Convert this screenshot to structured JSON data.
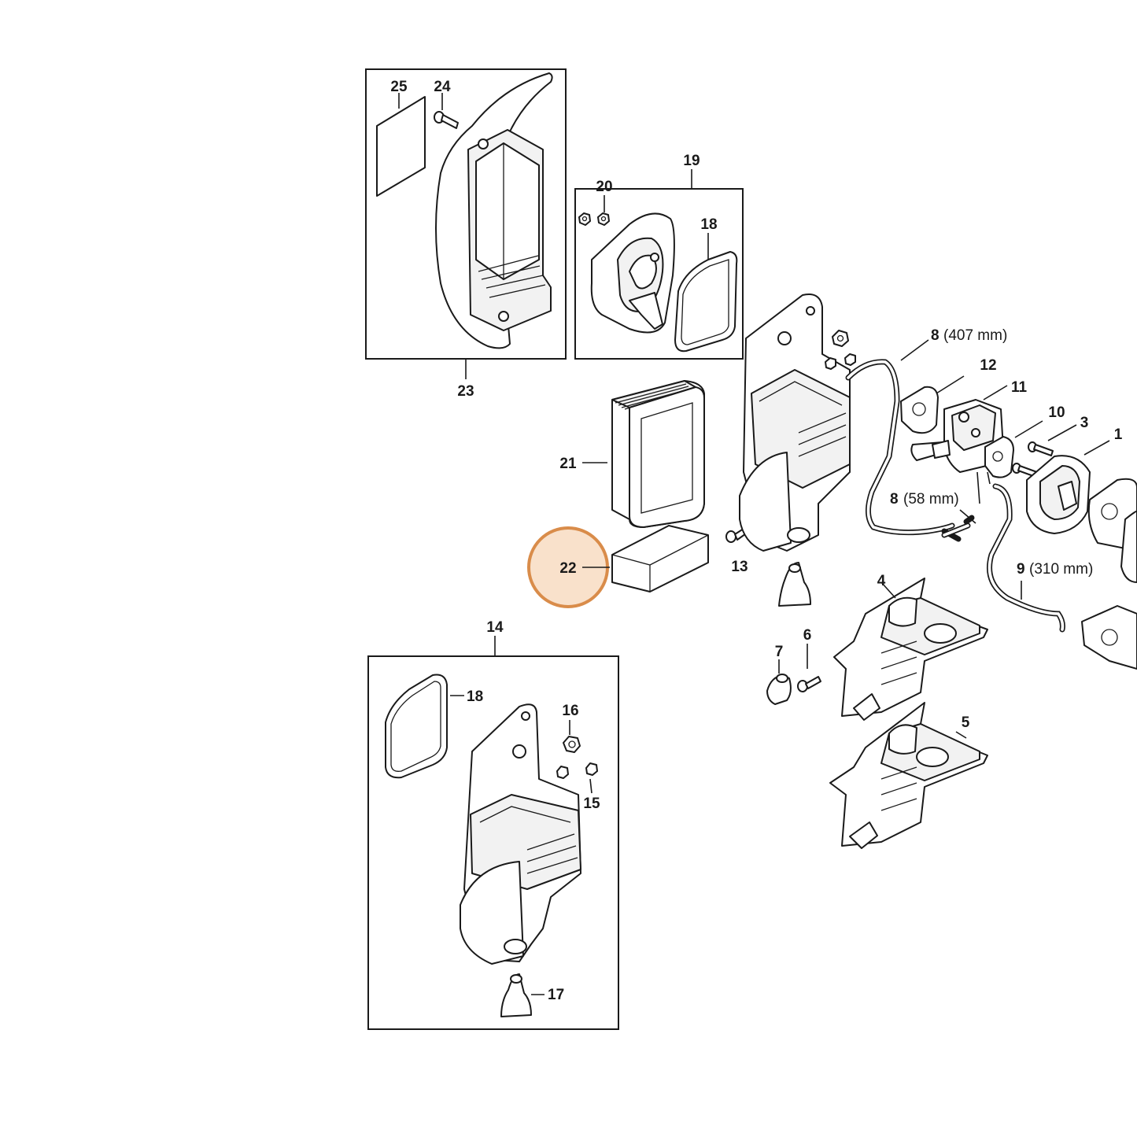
{
  "parts": {
    "p25": "25",
    "p24": "24",
    "p23": "23",
    "p19": "19",
    "p20": "20",
    "p18_top": "18",
    "p21": "21",
    "p22": "22",
    "p13": "13",
    "p14": "14",
    "p18_bottom": "18",
    "p16": "16",
    "p15": "15",
    "p17": "17",
    "p8_top": "8",
    "p8_top_len": "(407 mm)",
    "p12": "12",
    "p11": "11",
    "p10": "10",
    "p3": "3",
    "p1": "1",
    "p8_mid": "8",
    "p8_mid_len": "(58 mm)",
    "p9": "9",
    "p9_len": "(310 mm)",
    "p4": "4",
    "p5": "5",
    "p6": "6",
    "p7": "7"
  },
  "highlighted_part": "22",
  "highlight_color": "#d98c4a"
}
